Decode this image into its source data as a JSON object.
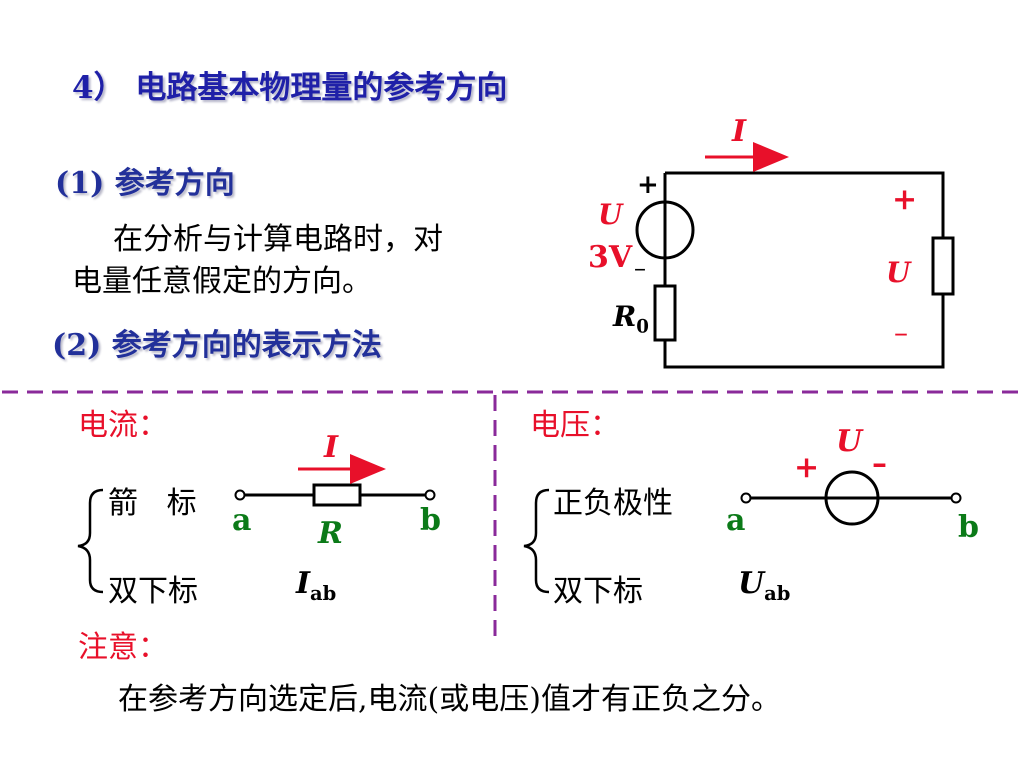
{
  "title": "4） 电路基本物理量的参考方向",
  "section1": {
    "heading": "(1) 参考方向",
    "text_line1": "在分析与计算电路时，对",
    "text_line2": "电量任意假定的方向。"
  },
  "section2": {
    "heading": "(2) 参考方向的表示方法"
  },
  "circuit": {
    "current_label": "I",
    "source_plus": "+",
    "source_label": "U",
    "source_value": "3V",
    "source_minus": "–",
    "resistor_label": "R",
    "resistor_subscript": "0",
    "load_plus": "+",
    "load_label": "U",
    "load_minus": "–"
  },
  "current_panel": {
    "heading": "电流：",
    "item1": "箭   标",
    "item2": "双下标",
    "arrow_label": "I",
    "node_a": "a",
    "node_b": "b",
    "resistor_label": "R",
    "double_subscript_var": "I",
    "double_subscript_sub": "ab"
  },
  "voltage_panel": {
    "heading": "电压：",
    "item1": "正负极性",
    "item2": "双下标",
    "voltage_label": "U",
    "plus": "+",
    "minus": "–",
    "node_a": "a",
    "node_b": "b",
    "double_subscript_var": "U",
    "double_subscript_sub": "ab"
  },
  "note": {
    "heading": "注意：",
    "text": "在参考方向选定后,电流(或电压)值才有正负之分。"
  },
  "colors": {
    "title_blue": "#1f20a8",
    "heading_blue": "#22309a",
    "accent_red": "#e8102a",
    "node_green": "#0b7a18",
    "divider_purple": "#8a2a9a"
  }
}
